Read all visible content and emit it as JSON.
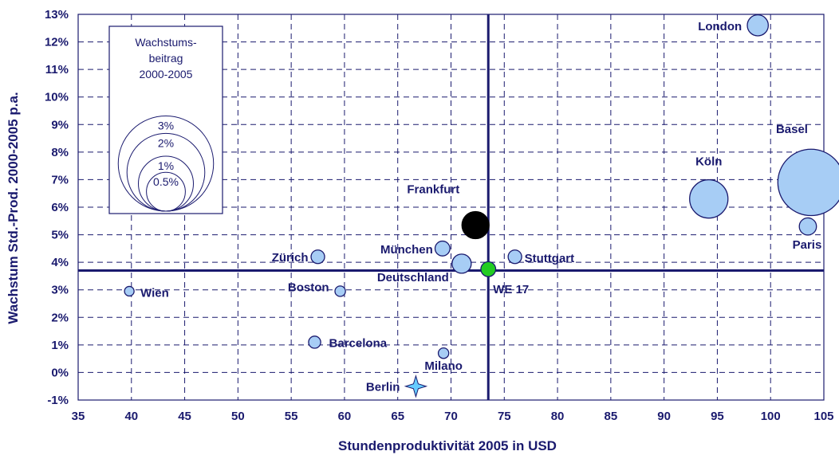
{
  "chart_data": {
    "type": "scatter",
    "xlabel": "Stundenproduktivität 2005 in USD",
    "ylabel": "Wachstum Std.-Prod. 2000-2005 p.a.",
    "xlim": [
      35,
      105
    ],
    "ylim": [
      -1,
      13
    ],
    "x_ticks": [
      "35",
      "40",
      "45",
      "50",
      "55",
      "60",
      "65",
      "70",
      "75",
      "80",
      "85",
      "90",
      "95",
      "100",
      "105"
    ],
    "y_ticks": [
      "-1%",
      "0%",
      "1%",
      "2%",
      "3%",
      "4%",
      "5%",
      "6%",
      "7%",
      "8%",
      "9%",
      "10%",
      "11%",
      "12%",
      "13%"
    ],
    "grid": true,
    "reference_lines": {
      "x": 73.5,
      "y": 3.7
    },
    "colors": {
      "bubble": "#a7cdf5",
      "bubble_edge": "#1a1a6e",
      "highlight": "#000000",
      "we17": "#22cc22",
      "berlin": "#66ccff",
      "axis": "#1a1a6e",
      "grid": "#1a1a6e"
    },
    "points": [
      {
        "label": "London",
        "x": 98.8,
        "y": 12.6,
        "size": 0.6
      },
      {
        "label": "Basel",
        "x": 103.8,
        "y": 6.9,
        "size": 6.0
      },
      {
        "label": "Köln",
        "x": 94.2,
        "y": 6.3,
        "size": 2.0
      },
      {
        "label": "Paris",
        "x": 103.5,
        "y": 5.3,
        "size": 0.4
      },
      {
        "label": "Frankfurt",
        "x": 72.3,
        "y": 5.35,
        "size": 1.0,
        "marker": "highlight"
      },
      {
        "label": "München",
        "x": 69.2,
        "y": 4.5,
        "size": 0.3
      },
      {
        "label": "Zürich",
        "x": 57.5,
        "y": 4.2,
        "size": 0.25
      },
      {
        "label": "Stuttgart",
        "x": 76.0,
        "y": 4.2,
        "size": 0.25
      },
      {
        "label": "Deutschland",
        "x": 71.0,
        "y": 3.95,
        "size": 0.5
      },
      {
        "label": "WE 17",
        "x": 73.5,
        "y": 3.75,
        "size": 0.3,
        "marker": "we17"
      },
      {
        "label": "Wien",
        "x": 39.8,
        "y": 2.95,
        "size": 0.1
      },
      {
        "label": "Boston",
        "x": 59.6,
        "y": 2.95,
        "size": 0.15
      },
      {
        "label": "Barcelona",
        "x": 57.2,
        "y": 1.1,
        "size": 0.2
      },
      {
        "label": "Milano",
        "x": 69.3,
        "y": 0.7,
        "size": 0.15
      },
      {
        "label": "Berlin",
        "x": 66.7,
        "y": -0.5,
        "size": 0,
        "marker": "star"
      }
    ],
    "legend": {
      "title_lines": [
        "Wachstums-",
        "beitrag",
        "2000-2005"
      ],
      "entries": [
        {
          "label": "3%",
          "value": 3
        },
        {
          "label": "2%",
          "value": 2
        },
        {
          "label": "1%",
          "value": 1
        },
        {
          "label": "0.5%",
          "value": 0.5
        }
      ]
    }
  }
}
